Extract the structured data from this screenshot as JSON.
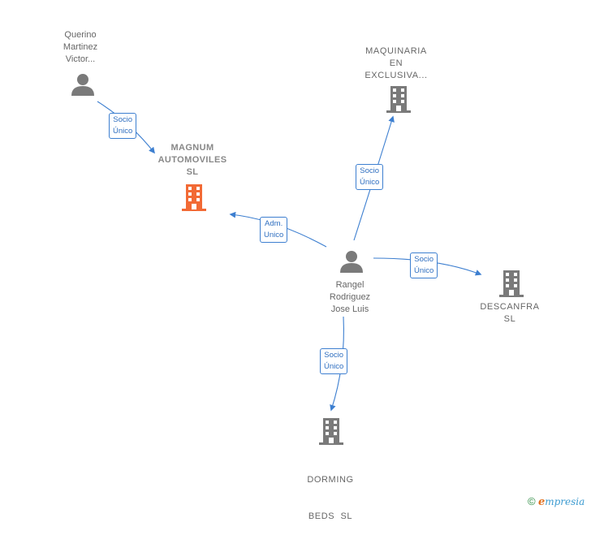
{
  "nodes": {
    "querino": {
      "lines": [
        "Querino",
        "Martinez",
        "Victor..."
      ],
      "kind": "person"
    },
    "magnum": {
      "lines": [
        "MAGNUM",
        "AUTOMOVILES",
        "SL"
      ],
      "kind": "company",
      "highlight": true
    },
    "maquinaria": {
      "lines": [
        "MAQUINARIA",
        "EN",
        "EXCLUSIVA..."
      ],
      "kind": "company"
    },
    "rangel": {
      "lines": [
        "Rangel",
        "Rodriguez",
        "Jose Luis"
      ],
      "kind": "person"
    },
    "descanfra": {
      "lines": [
        "DESCANFRA",
        "SL"
      ],
      "kind": "company"
    },
    "dorming": {
      "lines": [
        "DORMING",
        "BEDS  SL"
      ],
      "kind": "company"
    }
  },
  "edges": {
    "querino_magnum": {
      "lines": [
        "Socio",
        "Único"
      ]
    },
    "rangel_magnum": {
      "lines": [
        "Adm.",
        "Unico"
      ]
    },
    "rangel_maquinaria": {
      "lines": [
        "Socio",
        "Único"
      ]
    },
    "rangel_descanfra": {
      "lines": [
        "Socio",
        "Único"
      ]
    },
    "rangel_dorming": {
      "lines": [
        "Socio",
        "Único"
      ]
    }
  },
  "colors": {
    "edge": "#3d7fd0",
    "icon": "#7a7a7a",
    "highlight_icon": "#f26a35"
  },
  "watermark": {
    "copyright": "©",
    "brand_initial": "e",
    "brand_rest": "mpresia"
  }
}
